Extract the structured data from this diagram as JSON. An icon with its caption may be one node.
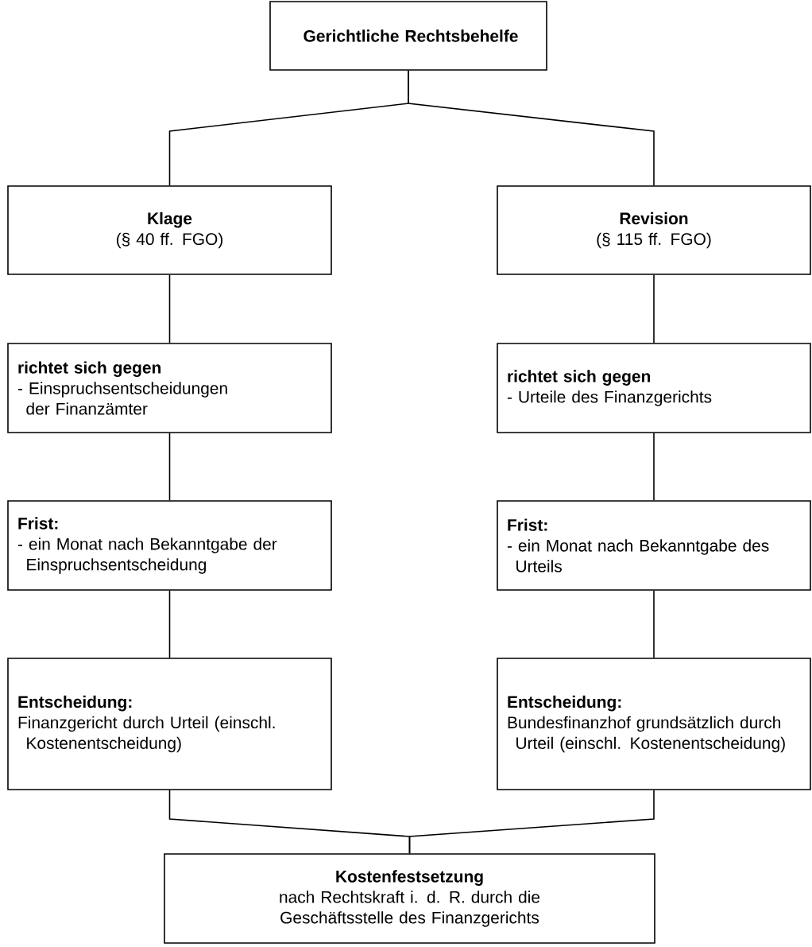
{
  "diagram": {
    "nodes": [
      {
        "text": [
          "Gerichtliche Rechtsbehelfe"
        ]
      },
      {
        "text": [
          "Klage",
          "(§ 40 ff. FGO)"
        ]
      },
      {
        "text": [
          "Revision",
          "(§ 115 ff. FGO)"
        ]
      },
      {
        "text": [
          "richtet sich gegen",
          "- Einspruchsentscheidungen der Finanzämter"
        ]
      },
      {
        "text": [
          "richtet sich gegen",
          "- Urteile des Finanzgerichts"
        ]
      },
      {
        "text": [
          "Frist:",
          "- ein Monat nach Bekanntgabe der Einspruchsentscheidung"
        ]
      },
      {
        "text": [
          "Frist:",
          "- ein Monat nach Bekanntgabe des Urteils"
        ]
      },
      {
        "text": [
          "Entscheidung:",
          "Finanzgericht durch Urteil (einschl. Kostenentscheidung)"
        ]
      },
      {
        "text": [
          "Entscheidung:",
          "Bundesfinanzhof grundsätzlich durch Urteil (einschl. Kostenentscheidung)"
        ]
      },
      {
        "text": [
          "Kostenfestsetzung",
          "nach Rechtskraft i. d. R. durch die Geschäftsstelle des Finanzgerichts"
        ]
      }
    ],
    "edges": [
      {
        "from": 0,
        "to": 1,
        "arrow": "none"
      },
      {
        "from": 0,
        "to": 2,
        "arrow": "none"
      },
      {
        "from": 1,
        "to": 3,
        "arrow": "none"
      },
      {
        "from": 3,
        "to": 5,
        "arrow": "none"
      },
      {
        "from": 5,
        "to": 7,
        "arrow": "none"
      },
      {
        "from": 2,
        "to": 4,
        "arrow": "none"
      },
      {
        "from": 4,
        "to": 6,
        "arrow": "none"
      },
      {
        "from": 6,
        "to": 8,
        "arrow": "none"
      },
      {
        "from": 7,
        "to": 9,
        "arrow": "none"
      },
      {
        "from": 8,
        "to": 9,
        "arrow": "none"
      }
    ]
  }
}
